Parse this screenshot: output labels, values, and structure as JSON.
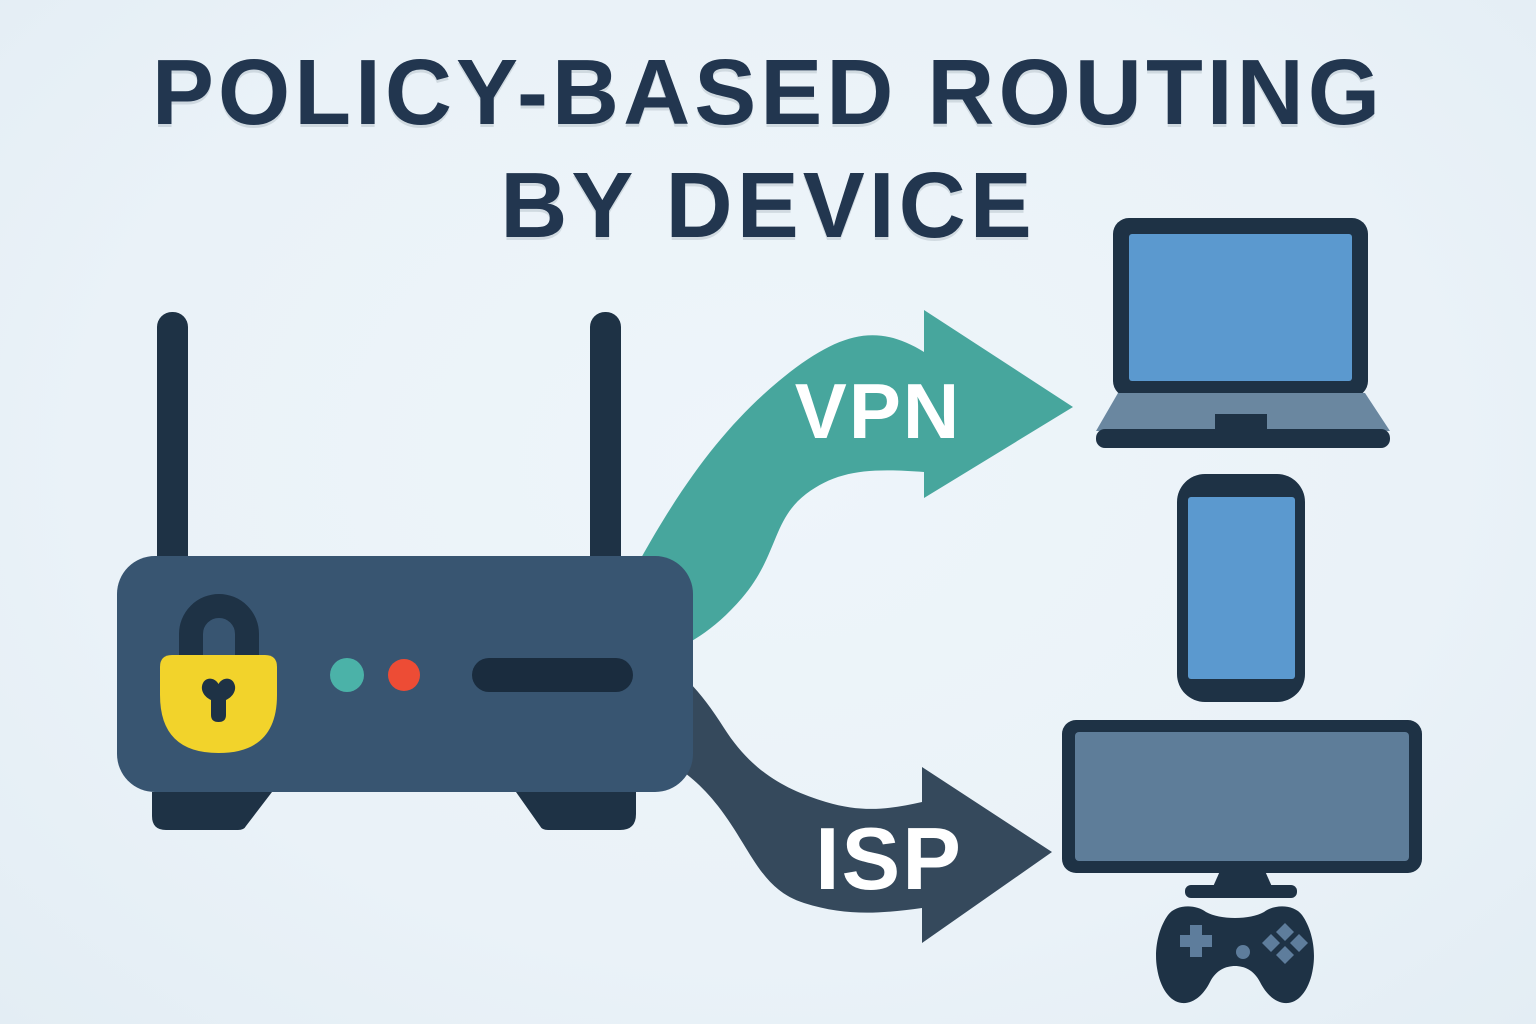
{
  "title": {
    "line1": "POLICY-BASED ROUTING",
    "line2": "BY DEVICE"
  },
  "arrows": {
    "vpn": {
      "label": "VPN"
    },
    "isp": {
      "label": "ISP"
    }
  },
  "icons": [
    "router-icon",
    "antenna-icon",
    "padlock-icon",
    "keyhole-icon",
    "status-led-icon",
    "vent-icon",
    "vpn-arrow-icon",
    "isp-arrow-icon",
    "laptop-icon",
    "smartphone-icon",
    "tv-icon",
    "game-controller-icon",
    "dpad-icon",
    "diamond-buttons-icon"
  ],
  "colors": {
    "background": "#EAF2F8",
    "title_text": "#22364F",
    "router_body": "#385571",
    "dark_navy": "#1E3245",
    "vent_dark": "#1A2C3E",
    "lock_yellow": "#F2D32B",
    "led_teal": "#4BB2A8",
    "led_red": "#ED4C35",
    "vpn_arrow": "#47A69D",
    "isp_arrow": "#35495C",
    "screen_blue": "#5B99CF",
    "laptop_base": "#6A87A0",
    "tv_screen": "#5E7D99",
    "button_slate": "#5E7D9C",
    "label_text": "#FFFFFF"
  }
}
